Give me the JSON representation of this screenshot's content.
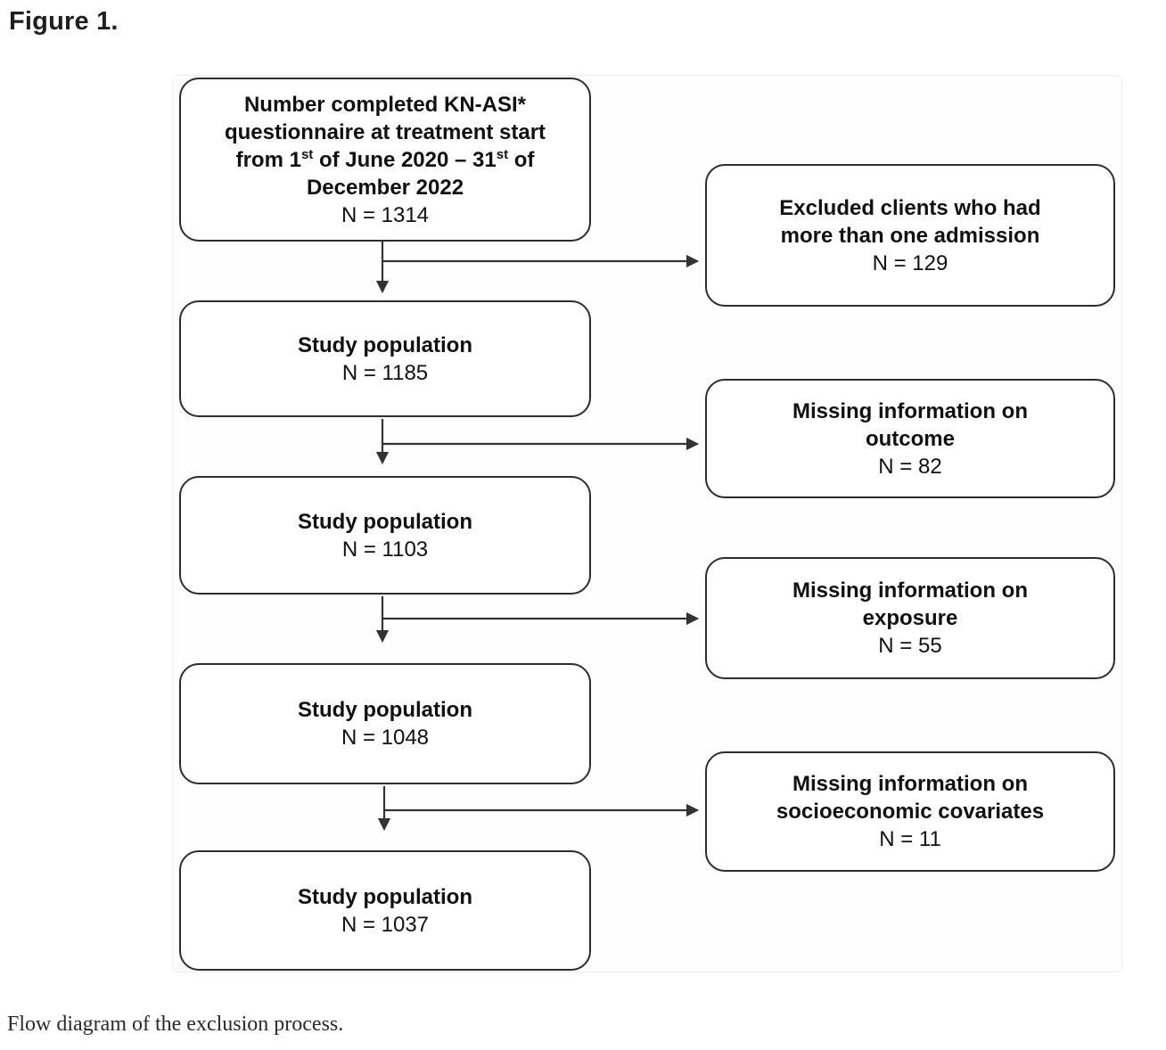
{
  "page": {
    "figure_label": "Figure 1.",
    "caption": "Flow diagram of the exclusion process."
  },
  "diagram": {
    "type": "flowchart",
    "initial_box": {
      "line1": "Number completed KN-ASI*",
      "line2": "questionnaire at treatment start",
      "line3_pre": "from 1",
      "line3_sup1": "st",
      "line3_mid": " of June 2020 – 31",
      "line3_sup2": "st",
      "line3_post": " of",
      "line4": "December 2022",
      "n": "N = 1314"
    },
    "study_boxes": [
      {
        "title": "Study population",
        "n": "N = 1185"
      },
      {
        "title": "Study population",
        "n": "N = 1103"
      },
      {
        "title": "Study population",
        "n": "N = 1048"
      },
      {
        "title": "Study population",
        "n": "N = 1037"
      }
    ],
    "exclusion_boxes": [
      {
        "line1": "Excluded clients who had",
        "line2": "more than one admission",
        "n": "N = 129"
      },
      {
        "line1": "Missing information on",
        "line2": "outcome",
        "n": "N = 82"
      },
      {
        "line1": "Missing information on",
        "line2": "exposure",
        "n": "N = 55"
      },
      {
        "line1": "Missing information on",
        "line2": "socioeconomic covariates",
        "n": "N = 11"
      }
    ],
    "colors": {
      "box_border": "#2d2d2d",
      "arrow": "#333333",
      "text": "#111111",
      "frame_border": "#ececec"
    }
  }
}
